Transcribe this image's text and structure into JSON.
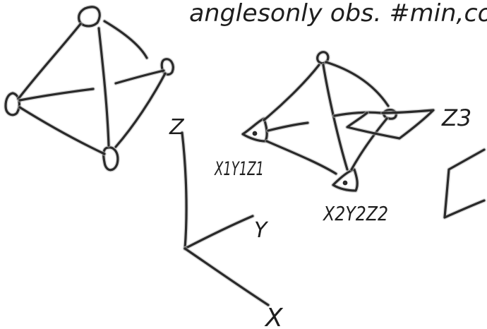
{
  "notes": {
    "header": "anglesonly obs. #min,co"
  },
  "labels": {
    "axis_z": "Z",
    "axis_y": "Y",
    "axis_x": "X",
    "point_1": "X1Y1Z1",
    "point_2": "X2Y2Z2",
    "point_3": "Z3"
  },
  "ink": {
    "stroke": "#2a2a2a",
    "halo": "#b8b8b8",
    "background": "#ffffff"
  }
}
